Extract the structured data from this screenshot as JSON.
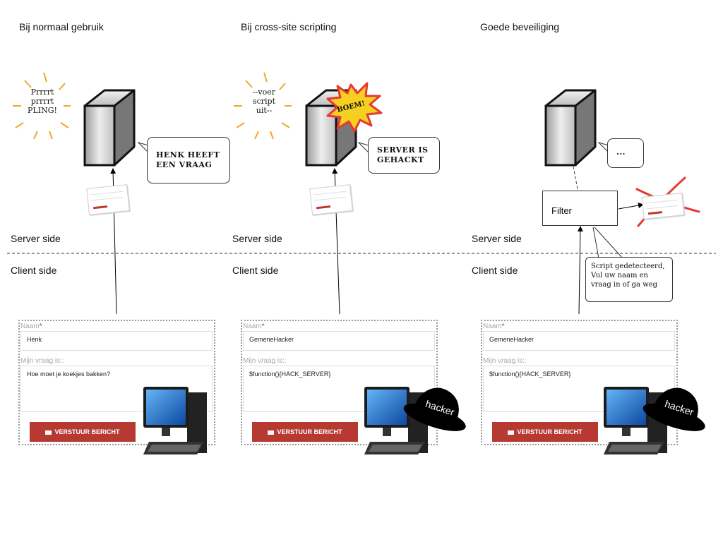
{
  "columns": [
    {
      "heading": "Bij normaal gebruik",
      "server_side": "Server side",
      "client_side": "Client side",
      "burst_lines": [
        "Prrrrt",
        "prrrrt",
        "PLING!"
      ],
      "server_bubble_lines": [
        "HENK HEEFT",
        "EEN VRAAG"
      ],
      "form": {
        "name_label": "Naam",
        "name_value": "Henk",
        "question_label": "Mijn vraag is::",
        "question_value": "Hoe  moet je koekjes bakken?",
        "button_label": "VERSTUUR BERICHT"
      }
    },
    {
      "heading": "Bij cross-site scripting",
      "server_side": "Server side",
      "client_side": "Client side",
      "burst_lines": [
        "--voer",
        "script",
        "uit--"
      ],
      "explosion_text": "BOEM!",
      "server_bubble_lines": [
        "SERVER IS",
        "GEHACKT"
      ],
      "hat_text": "hacker",
      "form": {
        "name_label": "Naam",
        "name_value": "GemeneHacker",
        "question_label": "Mijn vraag is::",
        "question_value": "$function(){HACK_SERVER}",
        "button_label": "VERSTUUR BERICHT"
      }
    },
    {
      "heading": "Goede beveiliging",
      "server_side": "Server side",
      "client_side": "Client side",
      "server_bubble_text": "...",
      "filter_label": "Filter",
      "filter_note_lines": [
        "Script gedetecteerd,",
        "Vul uw naam en",
        "vraag in of ga weg"
      ],
      "hat_text": "hacker",
      "form": {
        "name_label": "Naam",
        "name_value": "GemeneHacker",
        "question_label": "Mijn vraag is::",
        "question_value": "$function(){HACK_SERVER}",
        "button_label": "VERSTUUR BERICHT"
      }
    }
  ],
  "colors": {
    "button": "#b73a32",
    "burst_rays": "#f5a623",
    "explosion": "#f5d020",
    "cross": "#e53935",
    "hat": "#000000",
    "monitor_screen": "#1e88e5"
  },
  "icons": [
    "server-icon",
    "computer-icon",
    "hacker-hat-icon",
    "envelope-icon",
    "explosion-icon",
    "cross-icon"
  ]
}
